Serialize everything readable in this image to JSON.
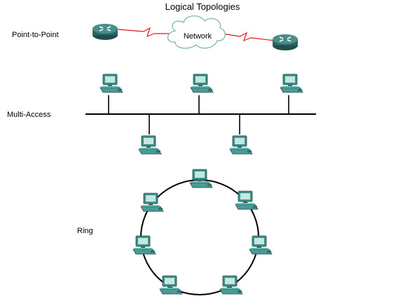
{
  "title": "Logical Topologies",
  "labels": {
    "point_to_point": "Point-to-Point",
    "multi_access": "Multi-Access",
    "ring": "Ring",
    "network": "Network"
  },
  "colors": {
    "wan_link": "#e8141c",
    "router": "#2f6f6c",
    "pc": "#3f8f8b",
    "bus": "#000000"
  },
  "icons": {
    "router": "router-icon",
    "cloud": "cloud-icon",
    "workstation": "workstation-icon"
  }
}
